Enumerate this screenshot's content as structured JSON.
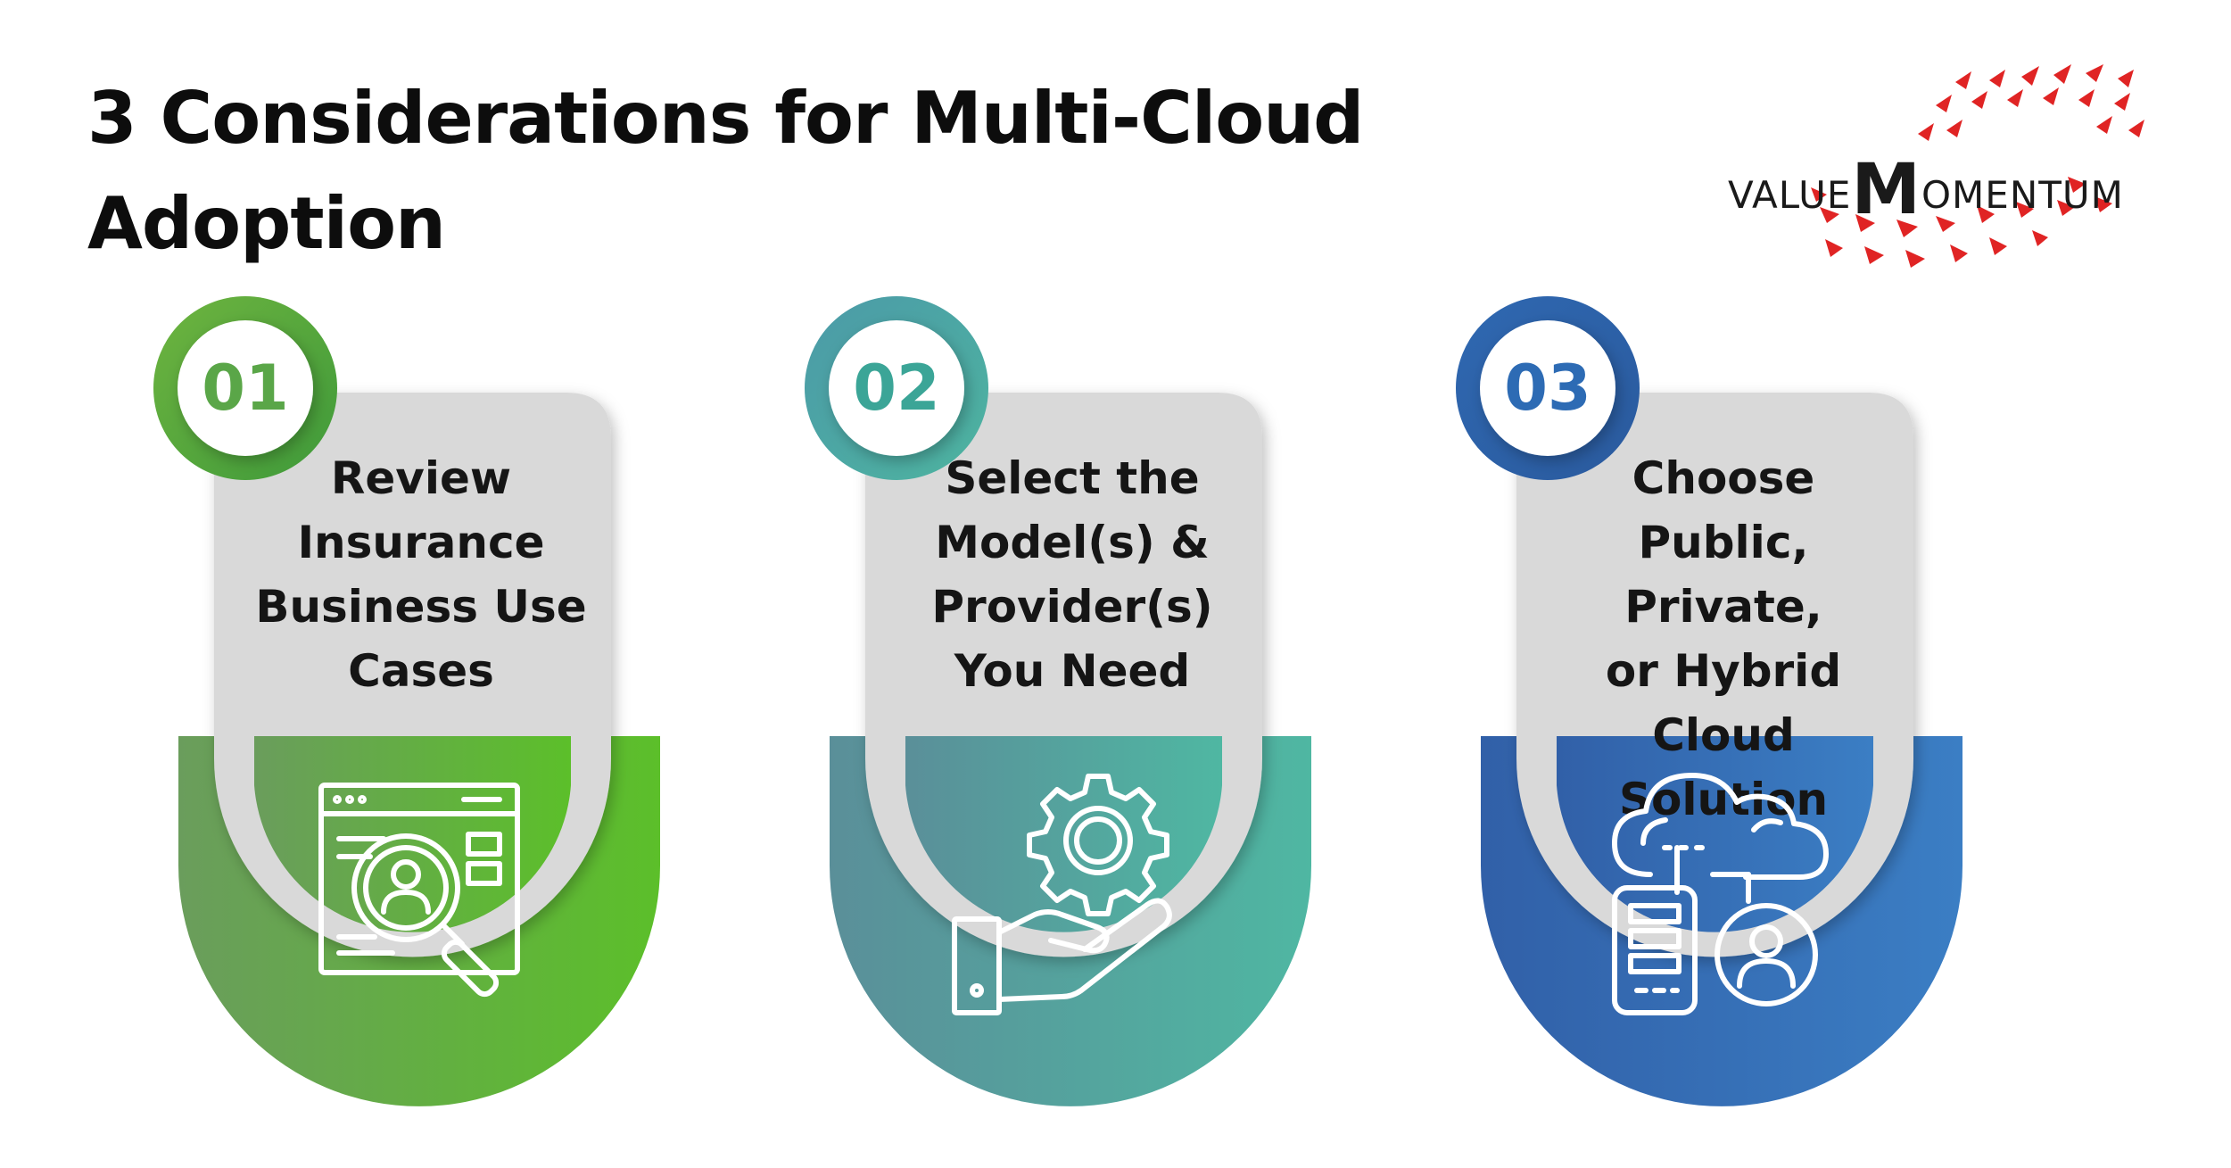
{
  "title": "3 Considerations for Multi-Cloud Adoption",
  "logo": {
    "part1": "VALUE",
    "big_letter": "M",
    "part2": "OMENTUM",
    "accent_color": "#e02424"
  },
  "steps": [
    {
      "number": "01",
      "text": "Review\nInsurance\nBusiness Use\nCases",
      "icon": "search-user-browser-icon",
      "colors": {
        "ring_start": "#6eb43f",
        "ring_end": "#3f9a3a",
        "arc_start": "#6a9d5c",
        "arc_end": "#5cbf2a",
        "number": "#5aa648"
      }
    },
    {
      "number": "02",
      "text": "Select the\nModel(s) &\nProvider(s)\nYou Need",
      "icon": "hand-gear-icon",
      "colors": {
        "ring_start": "#4c9aa8",
        "ring_end": "#4db4a0",
        "arc_start": "#5a8f99",
        "arc_end": "#4fb7a2",
        "number": "#3ba597"
      }
    },
    {
      "number": "03",
      "text": "Choose\nPublic, Private,\nor Hybrid Cloud\nSolution",
      "icon": "cloud-server-user-icon",
      "colors": {
        "ring_start": "#2f68b1",
        "ring_end": "#2a5a9e",
        "arc_start": "#3160a8",
        "arc_end": "#3b7ec4",
        "number": "#2d6bb4"
      }
    }
  ]
}
